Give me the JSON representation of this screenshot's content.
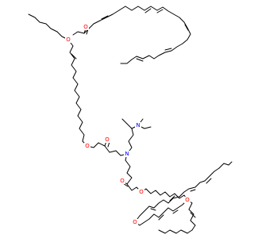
{
  "molecule": {
    "atoms": {
      "o1": "O",
      "o2": "O",
      "o3": "O",
      "o4": "O",
      "o5": "O",
      "o6": "O",
      "o7": "O",
      "o8": "O",
      "n1": "N",
      "n2": "N"
    }
  },
  "colors": {
    "bond": "#000000",
    "oxygen": "#ff0000",
    "nitrogen": "#0000ff",
    "background": "#ffffff"
  }
}
